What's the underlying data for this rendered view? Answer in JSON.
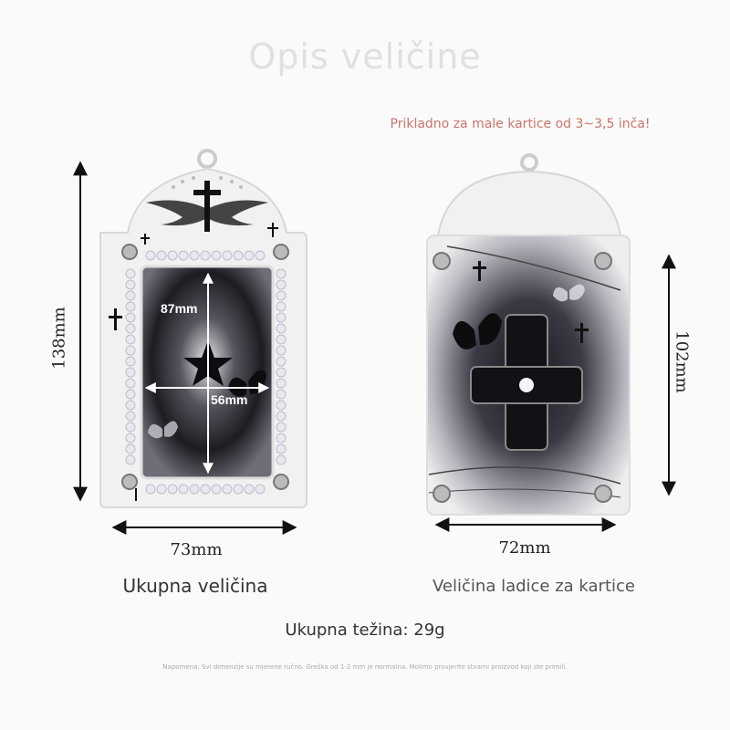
{
  "header": {
    "title": "Opis veličine",
    "subtitle": "Prikladno za male kartice od 3~3,5 inča!"
  },
  "left_product": {
    "height_label": "138mm",
    "width_label": "73mm",
    "window_height_label": "87mm",
    "window_width_label": "56mm",
    "caption": "Ukupna veličina"
  },
  "right_product": {
    "height_label": "102mm",
    "width_label": "72mm",
    "caption": "Veličina ladice za kartice"
  },
  "weight": "Ukupna težina: 29g",
  "note": "Napomena: Svi dimenzije su mjerene ručno. Greška od 1-2 mm je normalna. Molimo provjerite stvarni proizvod koji ste primili.",
  "colors": {
    "accent": "#c9756a",
    "title": "#e0e0e0",
    "frame": "#f1f1f1",
    "dark": "#1c1c1e"
  }
}
